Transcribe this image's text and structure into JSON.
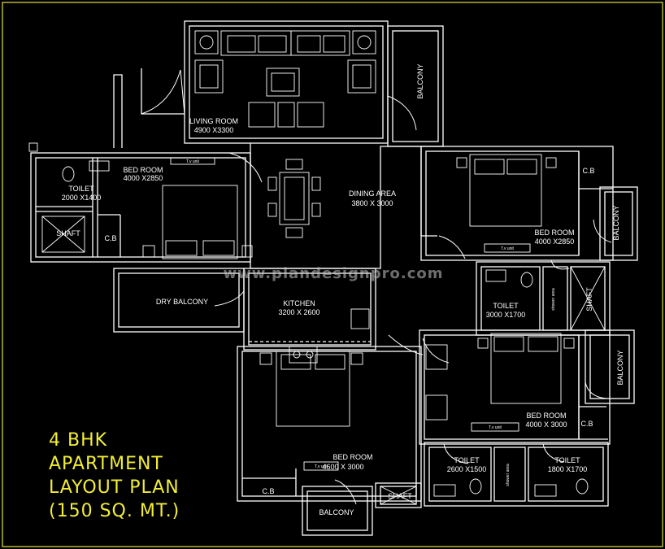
{
  "colors": {
    "background": "#000000",
    "walls": "#ffffff",
    "title": "#f2ee35",
    "frame": "#e6e23a"
  },
  "watermark": "www.plandesignpro.com",
  "title": {
    "line1": "4 BHK",
    "line2": "APARTMENT",
    "line3": "LAYOUT PLAN",
    "line4": "(150 SQ. MT.)"
  },
  "rooms": {
    "living_name": "LIVING ROOM",
    "living_dim": "4900 X3300",
    "balcony_top": "BALCONY",
    "bed1_name": "BED ROOM",
    "bed1_dim": "4000 X2850",
    "toilet1_name": "TOILET",
    "toilet1_dim": "2000 X1400",
    "shaft1": "SHAFT",
    "cb1": "C.B",
    "dining_name": "DINING AREA",
    "dining_dim": "3800 X 3000",
    "bed2_name": "BED ROOM",
    "bed2_dim": "4000 X2850",
    "cb2": "C.B",
    "balcony_right1": "BALCONY",
    "dry_balcony": "DRY BALCONY",
    "kitchen_name": "KITCHEN",
    "kitchen_dim": "3200 X 2600",
    "toilet2_name": "TOILET",
    "toilet2_dim": "3000 X1700",
    "shaft2": "SHAFT",
    "shower1": "shower area",
    "bed3_name": "BED ROOM",
    "bed3_dim": "4000 X 3000",
    "balcony_right2": "BALCONY",
    "cb3": "C.B",
    "bed4_name": "BED ROOM",
    "bed4_dim": "4600 X 3000",
    "toilet3_name": "TOILET",
    "toilet3_dim": "2600 X1500",
    "shower2": "shower area",
    "toilet4_name": "TOILET",
    "toilet4_dim": "1800 X1700",
    "cb4": "C.B",
    "shaft3": "SHAFT",
    "balcony_bottom": "BALCONY",
    "tv1": "T.v unit",
    "tv2": "T.v unit",
    "tv3": "T.v unit",
    "tv4": "T.v unit"
  }
}
